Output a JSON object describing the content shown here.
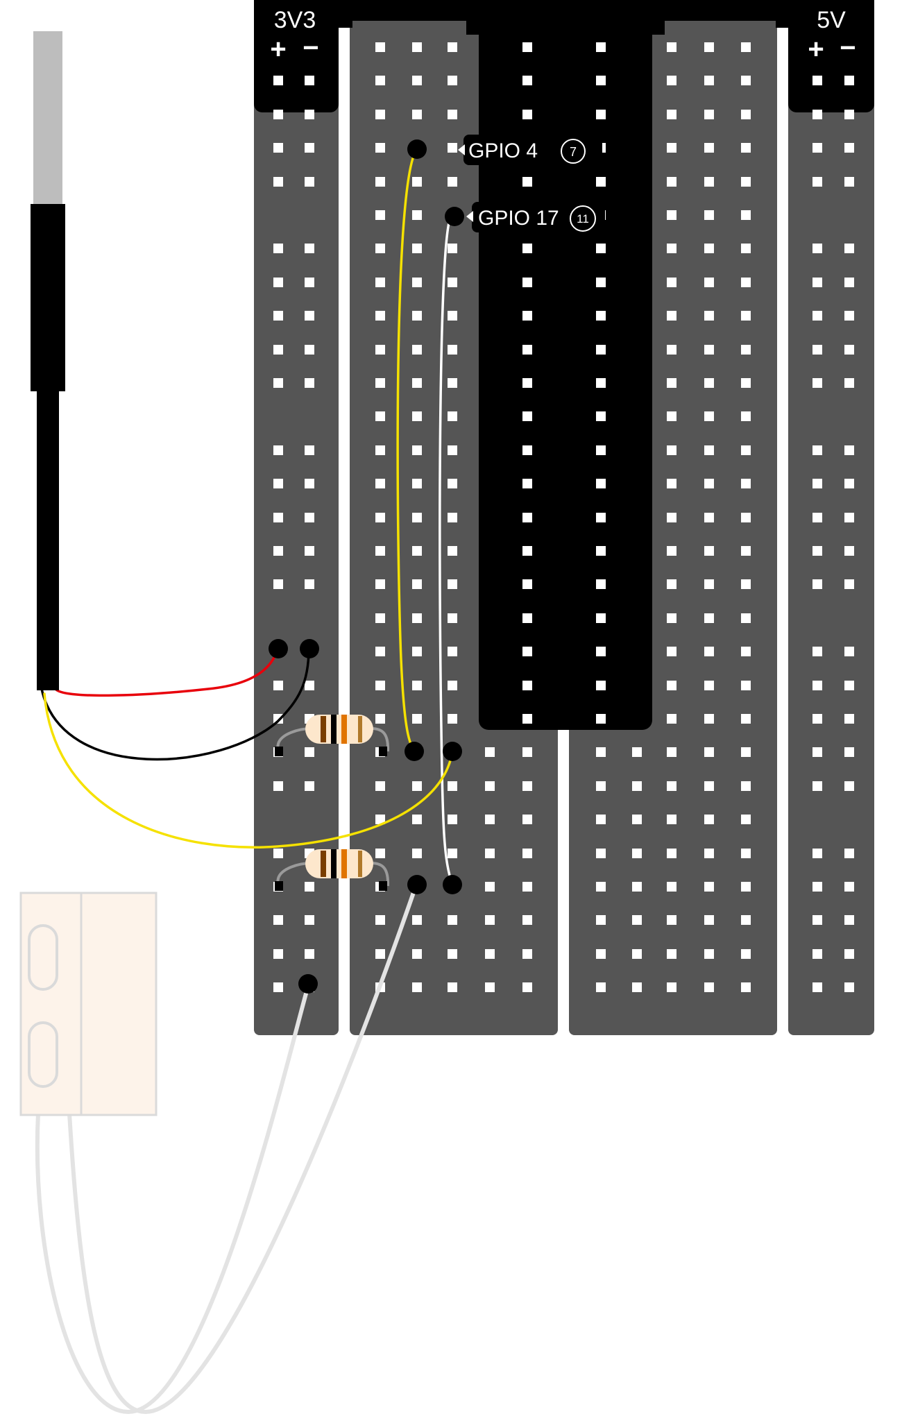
{
  "rails": {
    "left_label": "3V3",
    "right_label": "5V",
    "plus_symbol": "+",
    "minus_symbol": "−"
  },
  "pins": [
    {
      "label": "GPIO 4",
      "number": "7"
    },
    {
      "label": "GPIO 17",
      "number": "11"
    }
  ],
  "colors": {
    "board": "#555555",
    "pi_header": "#000000",
    "hole": "#ffffff",
    "wire_red": "#e8000b",
    "wire_black": "#000000",
    "wire_yellow": "#f5e100",
    "wire_white": "#ffffff",
    "reed_wire": "#e3e3e3",
    "reed_body": "#fdf3ea",
    "probe_tip": "#bdbdbd",
    "resistor_body": "#fde7cc"
  },
  "components": {
    "temperature_probe": "ds18b20-probe-icon",
    "reed_switch": "magnetic-reed-switch-icon",
    "resistors": [
      "resistor-icon",
      "resistor-icon"
    ]
  }
}
